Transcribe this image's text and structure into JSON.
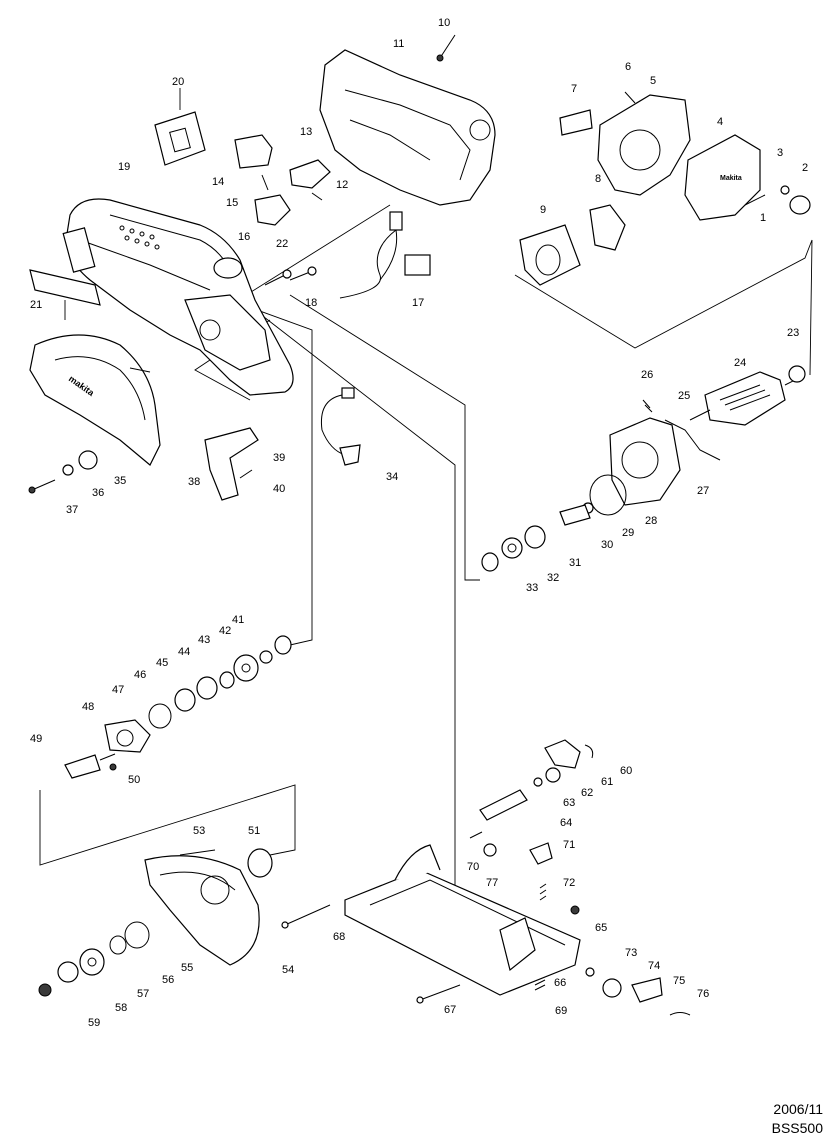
{
  "diagram": {
    "type": "exploded-parts-view",
    "part_numbers": [
      "1",
      "2",
      "3",
      "4",
      "5",
      "6",
      "7",
      "8",
      "9",
      "10",
      "11",
      "12",
      "13",
      "14",
      "15",
      "16",
      "17",
      "18",
      "19",
      "20",
      "21",
      "22",
      "23",
      "24",
      "25",
      "26",
      "27",
      "28",
      "29",
      "30",
      "31",
      "32",
      "33",
      "34",
      "35",
      "36",
      "37",
      "38",
      "39",
      "40",
      "41",
      "42",
      "43",
      "44",
      "45",
      "46",
      "47",
      "48",
      "49",
      "50",
      "51",
      "53",
      "54",
      "55",
      "56",
      "57",
      "58",
      "59",
      "60",
      "61",
      "62",
      "63",
      "64",
      "65",
      "66",
      "67",
      "68",
      "69",
      "70",
      "71",
      "72",
      "73",
      "74",
      "75",
      "76",
      "77"
    ],
    "brand_marking": "makita"
  },
  "footer": {
    "date": "2006/11",
    "model": "BSS500"
  }
}
